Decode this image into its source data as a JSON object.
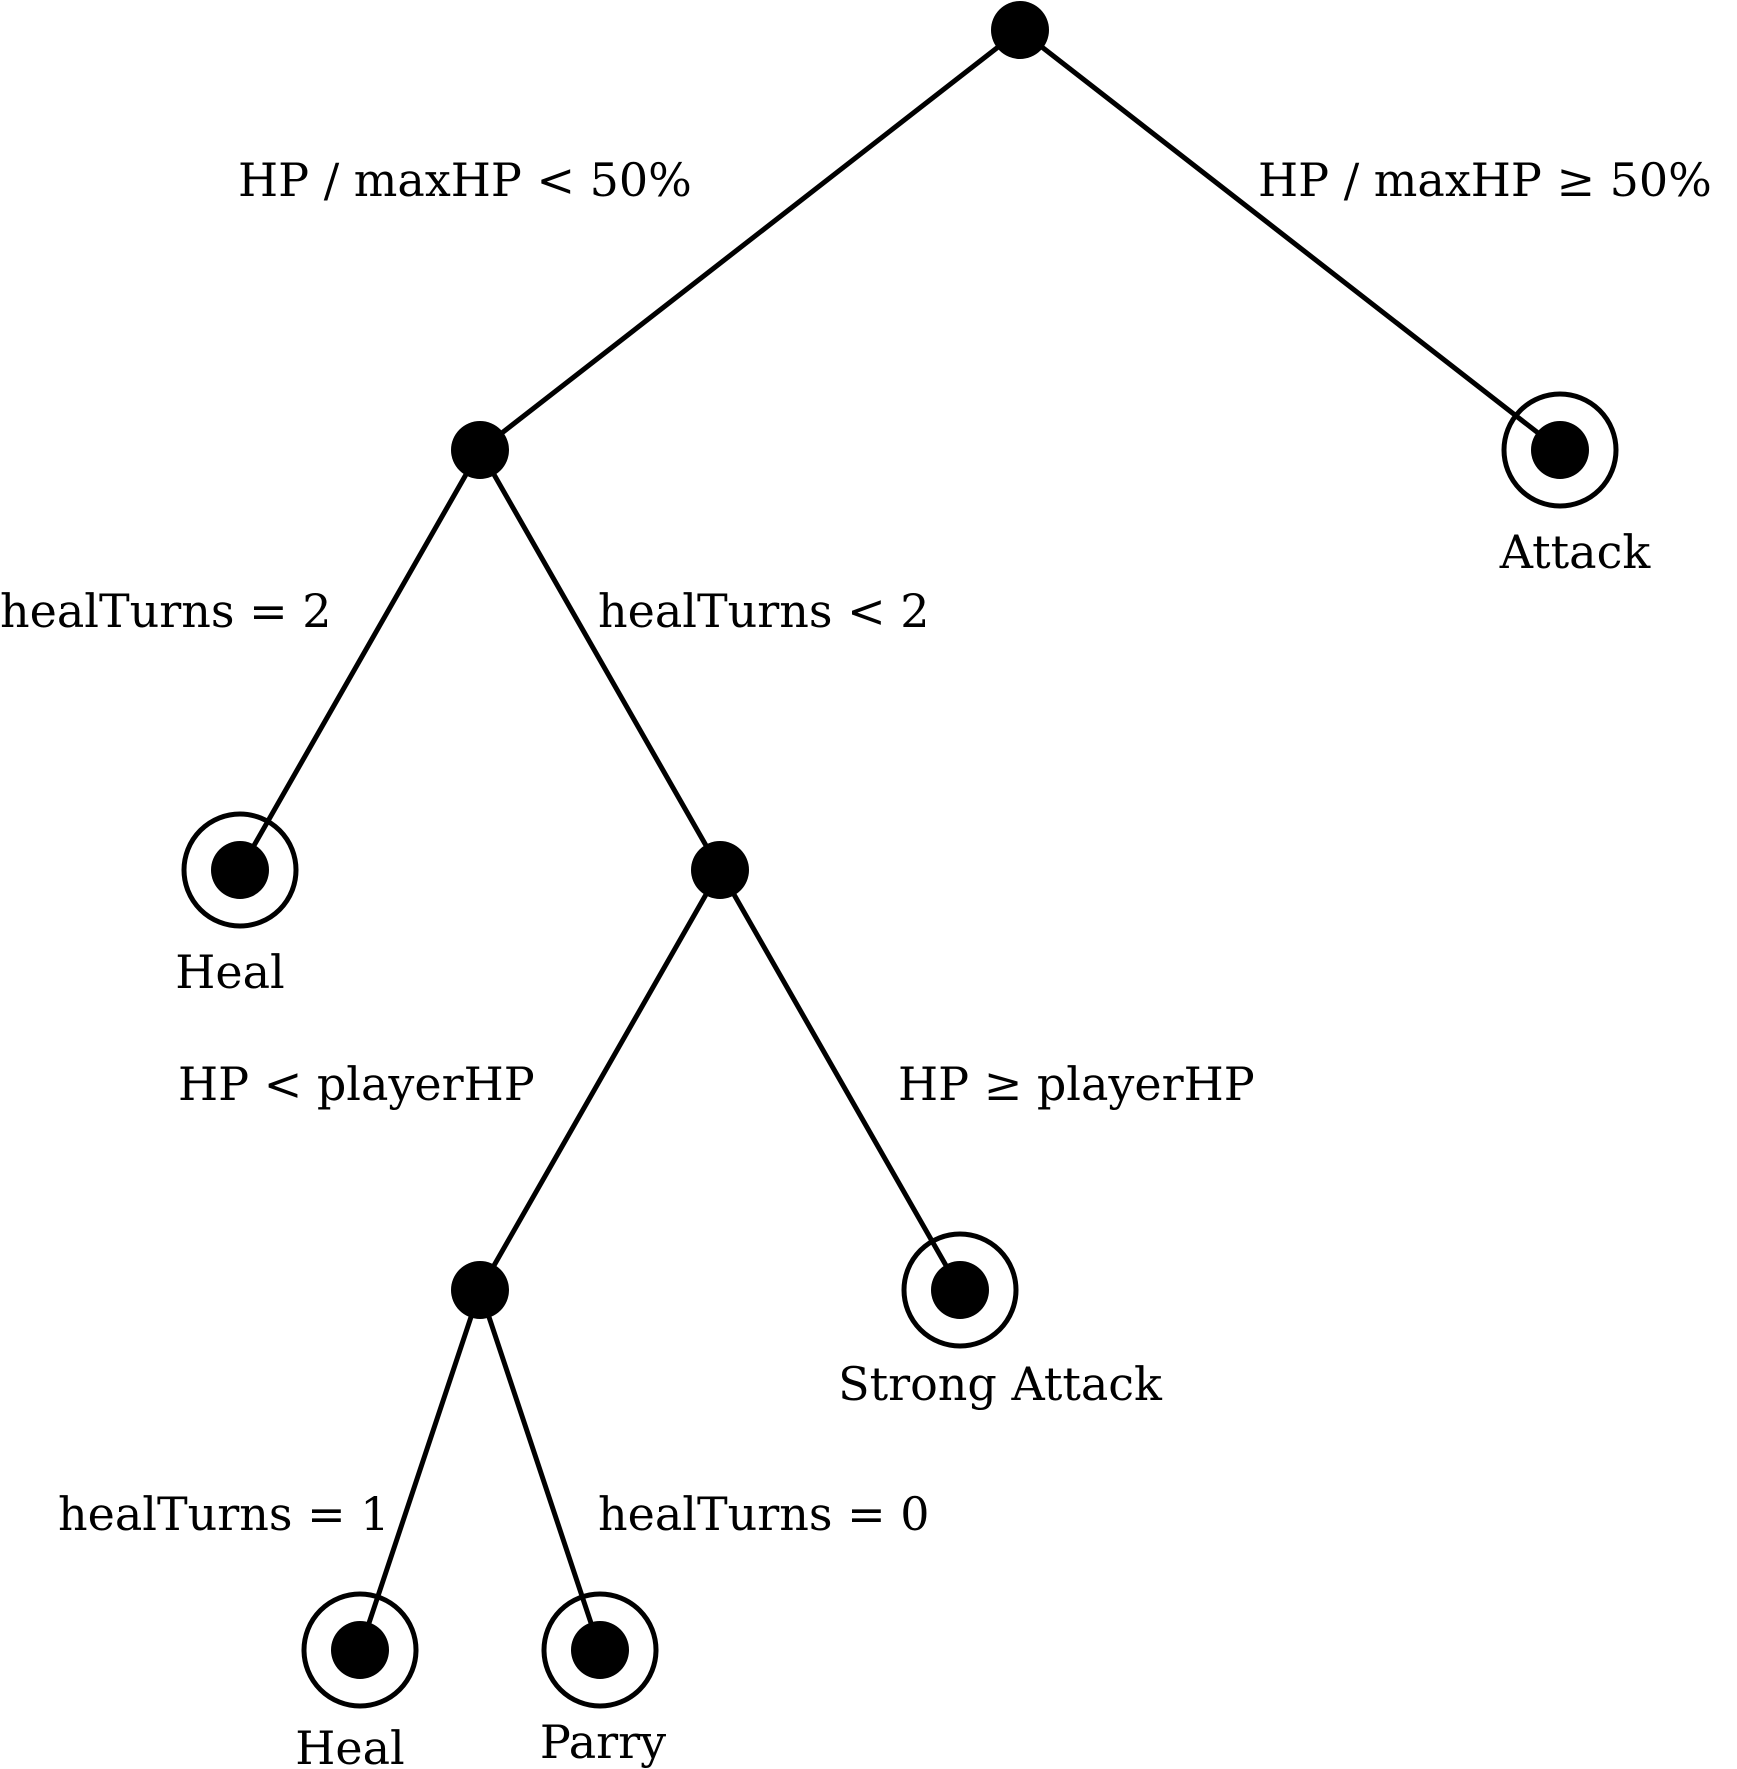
{
  "diagram": {
    "type": "decision-tree",
    "colors": {
      "ink": "#000000",
      "background": "#ffffff"
    },
    "edges": [
      {
        "id": "e_root_left",
        "label": "HP / maxHP < 50%"
      },
      {
        "id": "e_root_right",
        "label": "HP / maxHP ≥ 50%"
      },
      {
        "id": "e_n1_left",
        "label": "healTurns = 2"
      },
      {
        "id": "e_n1_right",
        "label": "healTurns < 2"
      },
      {
        "id": "e_n2_left",
        "label": "HP < playerHP"
      },
      {
        "id": "e_n2_right",
        "label": "HP ≥ playerHP"
      },
      {
        "id": "e_n3_left",
        "label": "healTurns = 1"
      },
      {
        "id": "e_n3_right",
        "label": "healTurns = 0"
      }
    ],
    "leaves": [
      {
        "id": "leaf_attack",
        "label": "Attack"
      },
      {
        "id": "leaf_heal_1",
        "label": "Heal"
      },
      {
        "id": "leaf_strong_attack",
        "label": "Strong Attack"
      },
      {
        "id": "leaf_heal_2",
        "label": "Heal"
      },
      {
        "id": "leaf_parry",
        "label": "Parry"
      }
    ]
  }
}
